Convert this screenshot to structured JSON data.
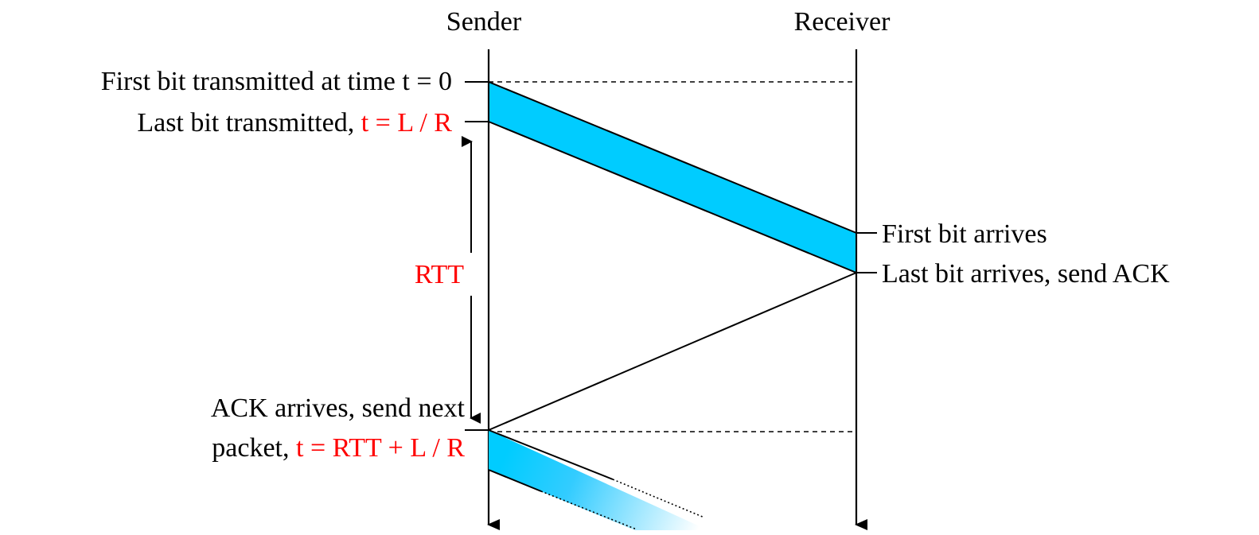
{
  "header": {
    "sender": "Sender",
    "receiver": "Receiver"
  },
  "sender_labels": {
    "first_bit": "First bit transmitted at time t = 0",
    "last_bit_prefix": "Last bit transmitted, ",
    "last_bit_eq": "t = L / R",
    "rtt": "RTT",
    "ack_line1": "ACK arrives, send next",
    "ack_line2_prefix": "packet, ",
    "ack_line2_eq": "t = RTT + L / R"
  },
  "receiver_labels": {
    "first_bit": "First bit arrives",
    "last_bit": "Last bit arrives, send ACK"
  },
  "colors": {
    "packet_fill": "#00ccff",
    "highlight_text": "#ff0000",
    "line": "#000000"
  }
}
